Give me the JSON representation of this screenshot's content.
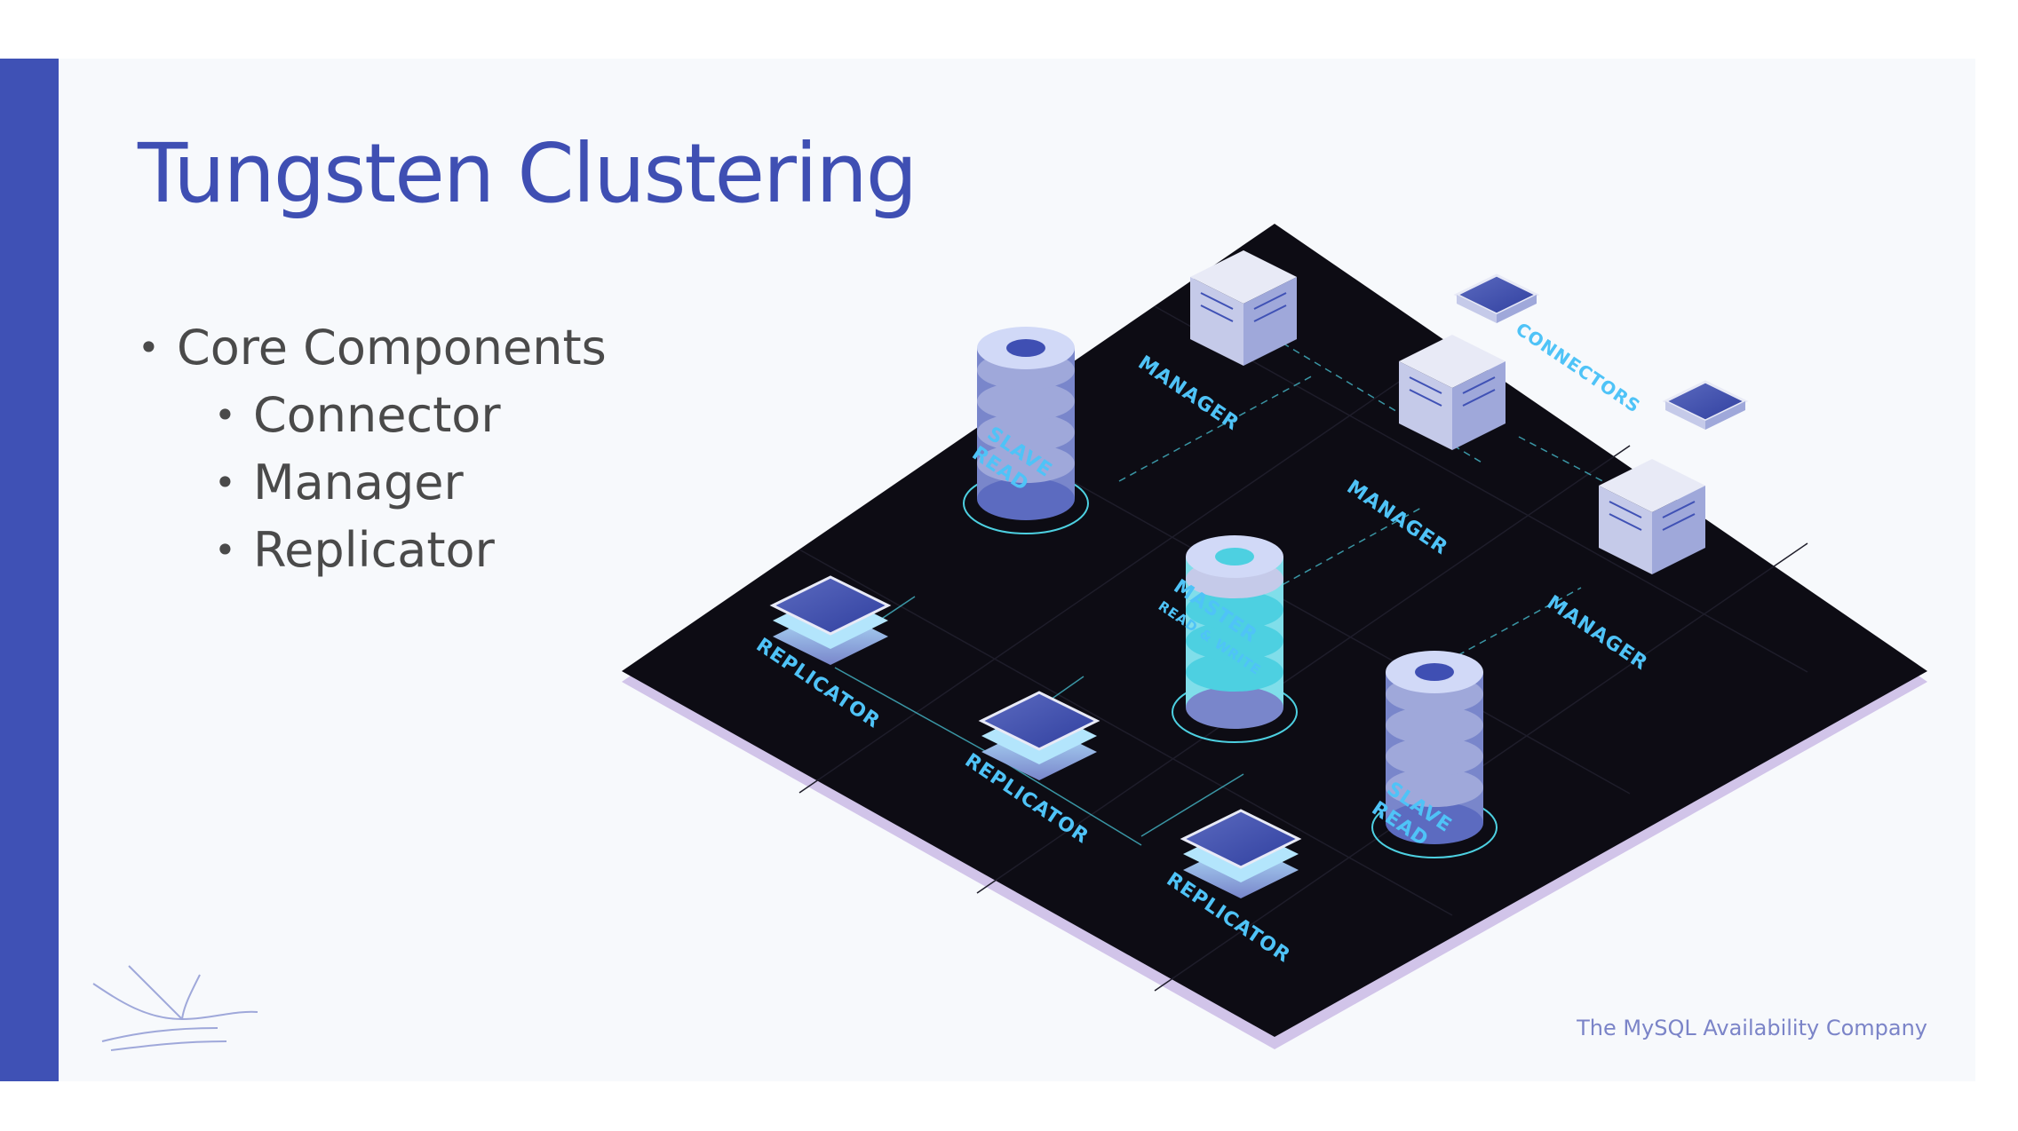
{
  "slide": {
    "title": "Tungsten Clustering",
    "bullets": {
      "heading": "Core Components",
      "items": [
        "Connector",
        "Manager",
        "Replicator"
      ]
    },
    "tagline": "The MySQL Availability Company"
  },
  "diagram": {
    "labels": {
      "manager": "MANAGER",
      "connectors": "CONNECTORS",
      "slave": "SLAVE",
      "read": "READ",
      "master": "MASTER",
      "read_write": "READ & WRITE",
      "replicator": "REPLICATOR"
    }
  },
  "colors": {
    "accent": "#3f51b5",
    "title": "#3f4fb3",
    "body_text": "#4a4a4a",
    "board": "#0d0c14",
    "label": "#4fc3f7",
    "tagline": "#7b84c8"
  },
  "icons": [
    "server-rack-icon",
    "database-cylinder-icon",
    "replicator-chip-icon",
    "connector-chip-icon",
    "heron-logo-icon"
  ]
}
